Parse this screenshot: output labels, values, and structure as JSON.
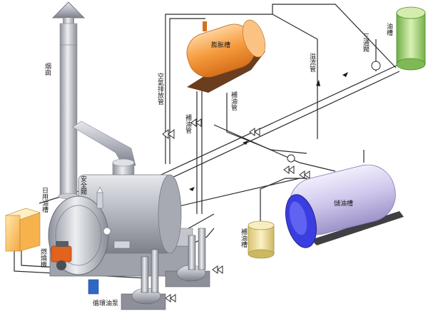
{
  "labels": {
    "chimney": "烟囱",
    "expansion_tank": "膨胀槽",
    "air_exhaust_pipe": "空氣排放管",
    "oil_supply_pipe_upper": "補油管",
    "oil_supply_pipe_lower": "補油管",
    "return_pipe": "溢流管",
    "three_way_valve": "三通閥",
    "oil_tank": "油槽",
    "storage_tank": "儲油槽",
    "refill_tank": "補油槽",
    "safety_valve": "安全閥",
    "daily_tank": "日用油槽",
    "burner": "燃燒機",
    "circulation_pump": "循環油泵"
  },
  "colors": {
    "pipe": "#2b2b2b",
    "orange": "#f59a3c",
    "green": "#9ccf6b",
    "lavender": "#cfc6ec",
    "blue_end": "#3a3ee0",
    "cream": "#f1e4a6",
    "steel": "#b9bcc6"
  }
}
